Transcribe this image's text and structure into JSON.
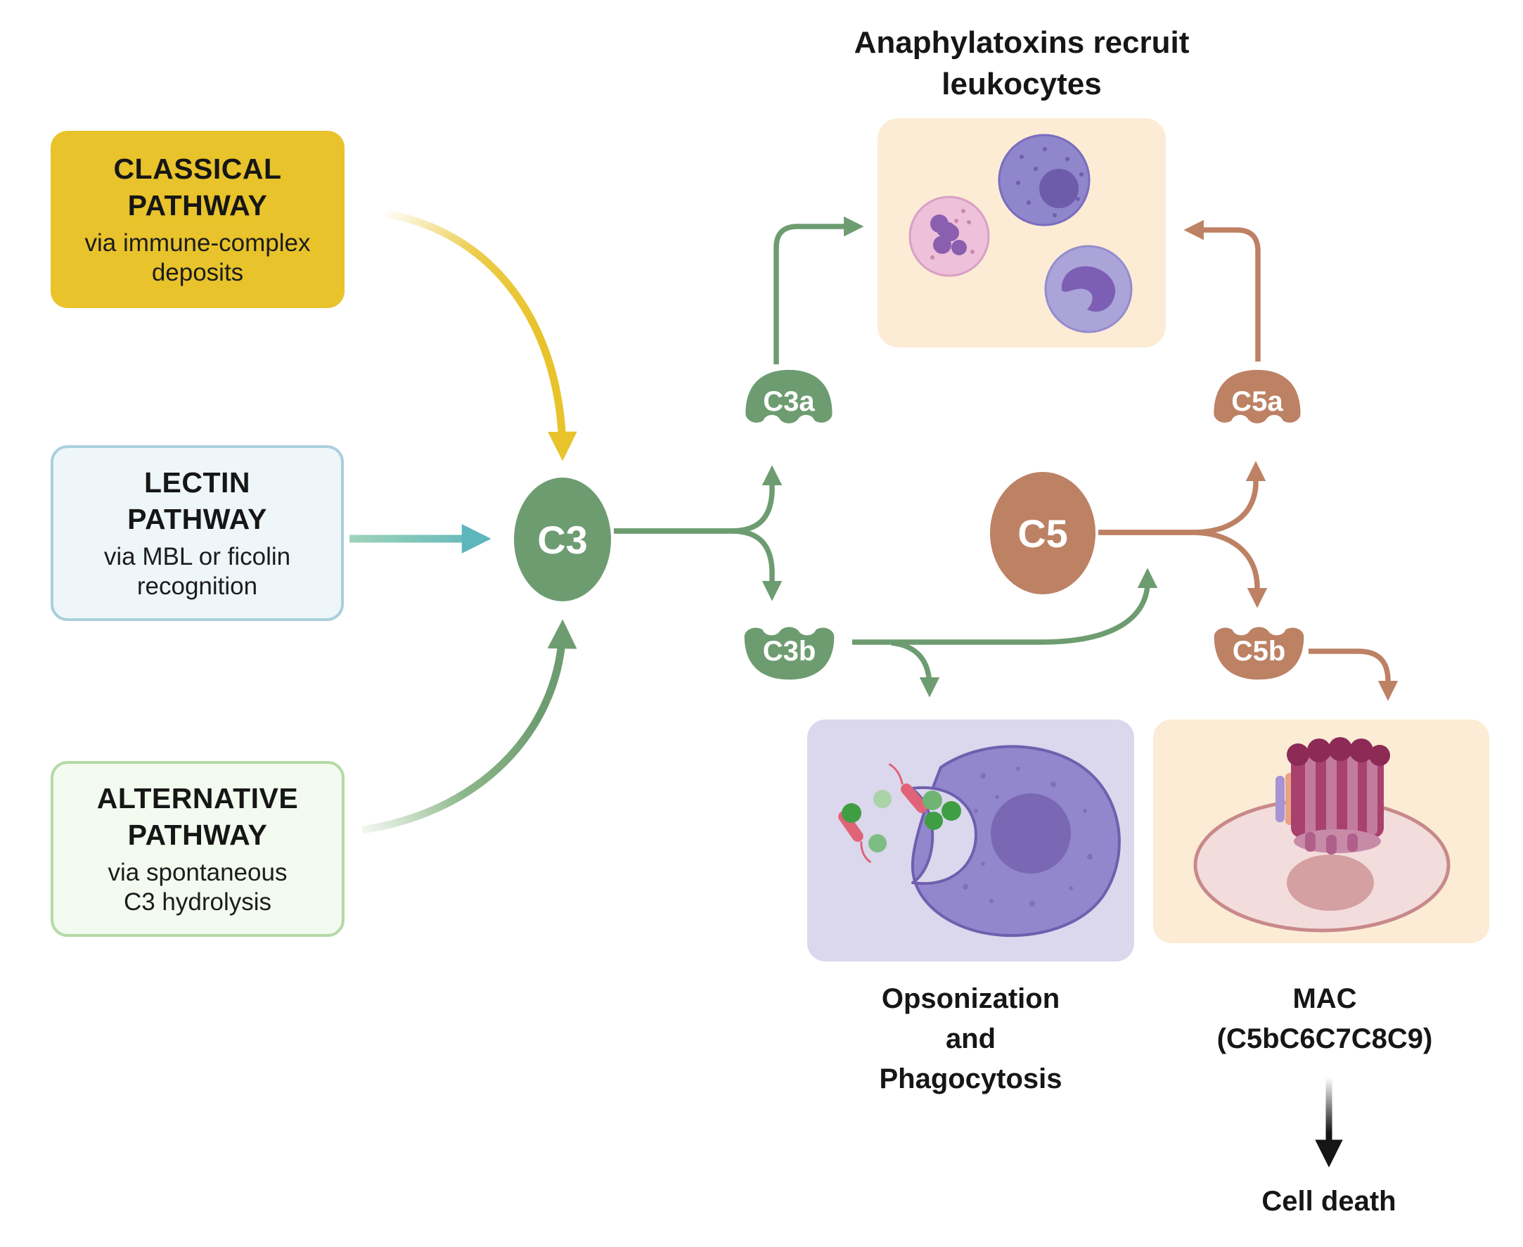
{
  "pathways": {
    "classical": {
      "title": "CLASSICAL\nPATHWAY",
      "subtitle": "via immune-complex\ndeposits"
    },
    "lectin": {
      "title": "LECTIN\nPATHWAY",
      "subtitle": "via MBL or ficolin\nrecognition"
    },
    "alternative": {
      "title": "ALTERNATIVE\nPATHWAY",
      "subtitle": "via spontaneous\nC3 hydrolysis"
    }
  },
  "nodes": {
    "c3": "C3",
    "c3a": "C3a",
    "c3b": "C3b",
    "c5": "C5",
    "c5a": "C5a",
    "c5b": "C5b"
  },
  "outcomes": {
    "leukocytes_title": "Anaphylatoxins recruit\nleukocytes",
    "opsonization_label": "Opsonization\nand\nPhagocytosis",
    "mac_label": "MAC\n(C5bC6C7C8C9)",
    "cell_death_label": "Cell death"
  },
  "colors": {
    "classical_yellow": "#e8c32b",
    "lectin_fill": "#eff6fa",
    "lectin_border": "#abcfdc",
    "alternative_fill": "#f3faef",
    "alternative_border": "#b5d9a6",
    "complement_green": "#6d9c71",
    "teal_arrow": "#5cb6bc",
    "complement_brown": "#bd8164",
    "outcome_peach": "#fcecd5",
    "outcome_lavender": "#dbd7ed",
    "text_black": "#161616"
  },
  "edges": [
    {
      "from": "classical-pathway",
      "to": "c3",
      "color": "yellow"
    },
    {
      "from": "lectin-pathway",
      "to": "c3",
      "color": "teal"
    },
    {
      "from": "alternative-pathway",
      "to": "c3",
      "color": "green"
    },
    {
      "from": "c3",
      "to": "c3a",
      "color": "green"
    },
    {
      "from": "c3",
      "to": "c3b",
      "color": "green"
    },
    {
      "from": "c3a",
      "to": "leukocytes",
      "color": "green"
    },
    {
      "from": "c3b",
      "to": "opsonization",
      "color": "green"
    },
    {
      "from": "c3b",
      "to": "c5-cleavage",
      "color": "green"
    },
    {
      "from": "c5",
      "to": "c5a",
      "color": "brown"
    },
    {
      "from": "c5",
      "to": "c5b",
      "color": "brown"
    },
    {
      "from": "c5a",
      "to": "leukocytes",
      "color": "brown"
    },
    {
      "from": "c5b",
      "to": "mac",
      "color": "brown"
    },
    {
      "from": "mac",
      "to": "cell-death",
      "color": "black"
    }
  ]
}
